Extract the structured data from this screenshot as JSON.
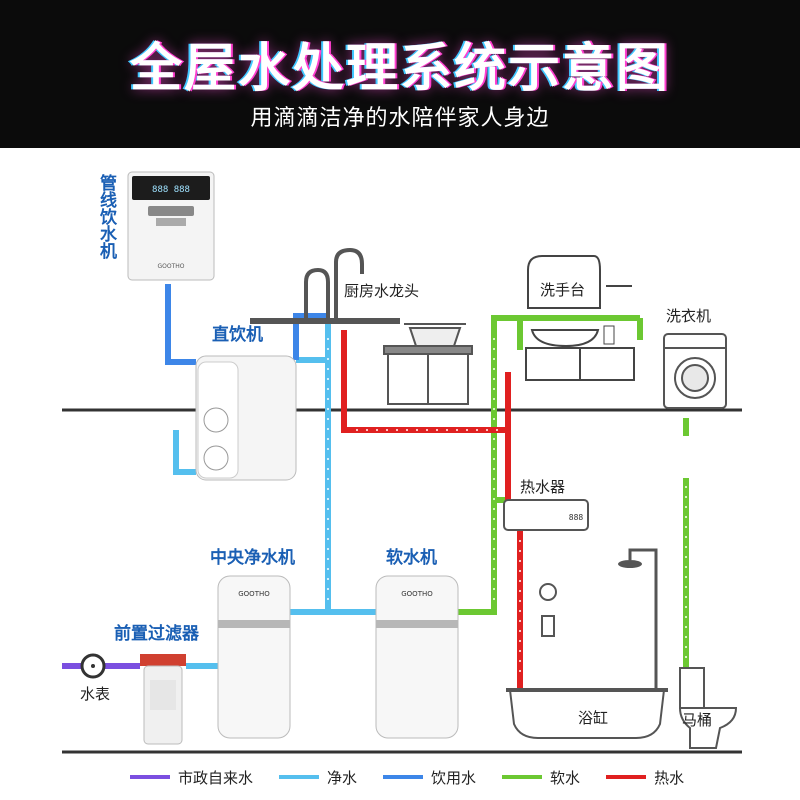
{
  "title": "全屋水处理系统示意图",
  "subtitle": "用滴滴洁净的水陪伴家人身边",
  "labels": {
    "pipeline_drinker": "管线饮水机",
    "kitchen_faucet": "厨房水龙头",
    "direct_drinker": "直饮机",
    "washbasin": "洗手台",
    "washer": "洗衣机",
    "water_heater": "热水器",
    "central_purifier": "中央净水机",
    "softener": "软水机",
    "pre_filter": "前置过滤器",
    "water_meter": "水表",
    "bathtub": "浴缸",
    "toilet": "马桶"
  },
  "brand": "GOOTHO",
  "drinker_display": "888 888",
  "heater_display": "888",
  "legend": [
    {
      "label": "市政自来水",
      "color": "#7b4fe0"
    },
    {
      "label": "净水",
      "color": "#55bfee"
    },
    {
      "label": "饮用水",
      "color": "#3d86e8"
    },
    {
      "label": "软水",
      "color": "#6cc832"
    },
    {
      "label": "热水",
      "color": "#e02020"
    }
  ]
}
